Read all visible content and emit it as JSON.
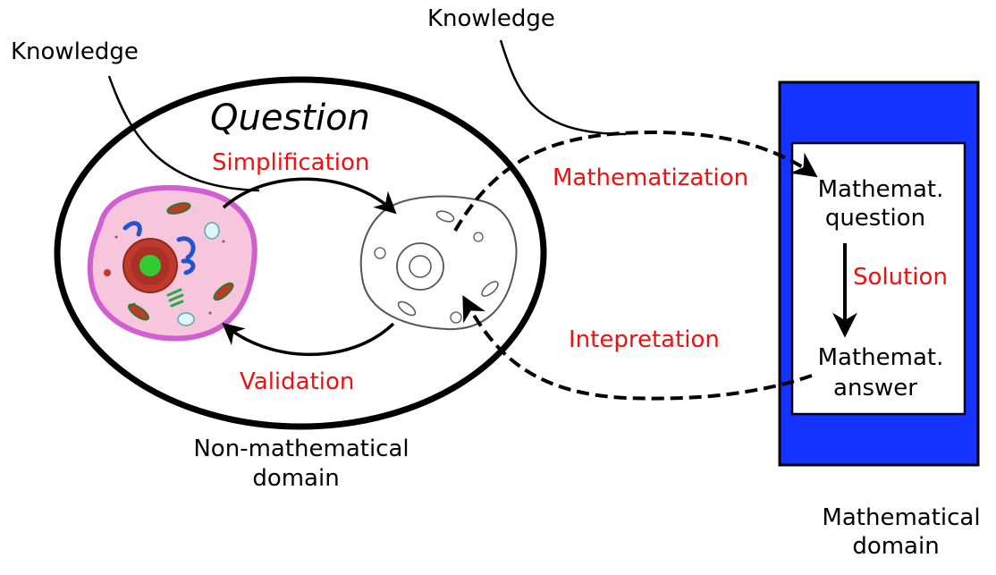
{
  "labels": {
    "knowledge_left": "Knowledge",
    "knowledge_top": "Knowledge",
    "question": "Question",
    "simplification": "Simplification",
    "validation": "Validation",
    "mathematization": "Mathematization",
    "intepretation": "Intepretation",
    "solution": "Solution",
    "math_question_line1": "Mathemat.",
    "math_question_line2": "question",
    "math_answer_line1": "Mathemat.",
    "math_answer_line2": "answer",
    "non_math_domain_line1": "Non-mathematical",
    "non_math_domain_line2": "domain",
    "math_domain_line1": "Mathematical",
    "math_domain_line2": "domain"
  },
  "colors": {
    "process_label": "#ee1111",
    "math_domain_fill": "#1533ff",
    "cell_membrane": "#d060d0",
    "cell_cytoplasm": "#f7c6dd",
    "nucleus": "#c0392b",
    "nucleolus": "#33cc33"
  },
  "icons": {
    "real_cell": "animal-cell-illustration",
    "model_cell": "simplified-cell-outline"
  }
}
